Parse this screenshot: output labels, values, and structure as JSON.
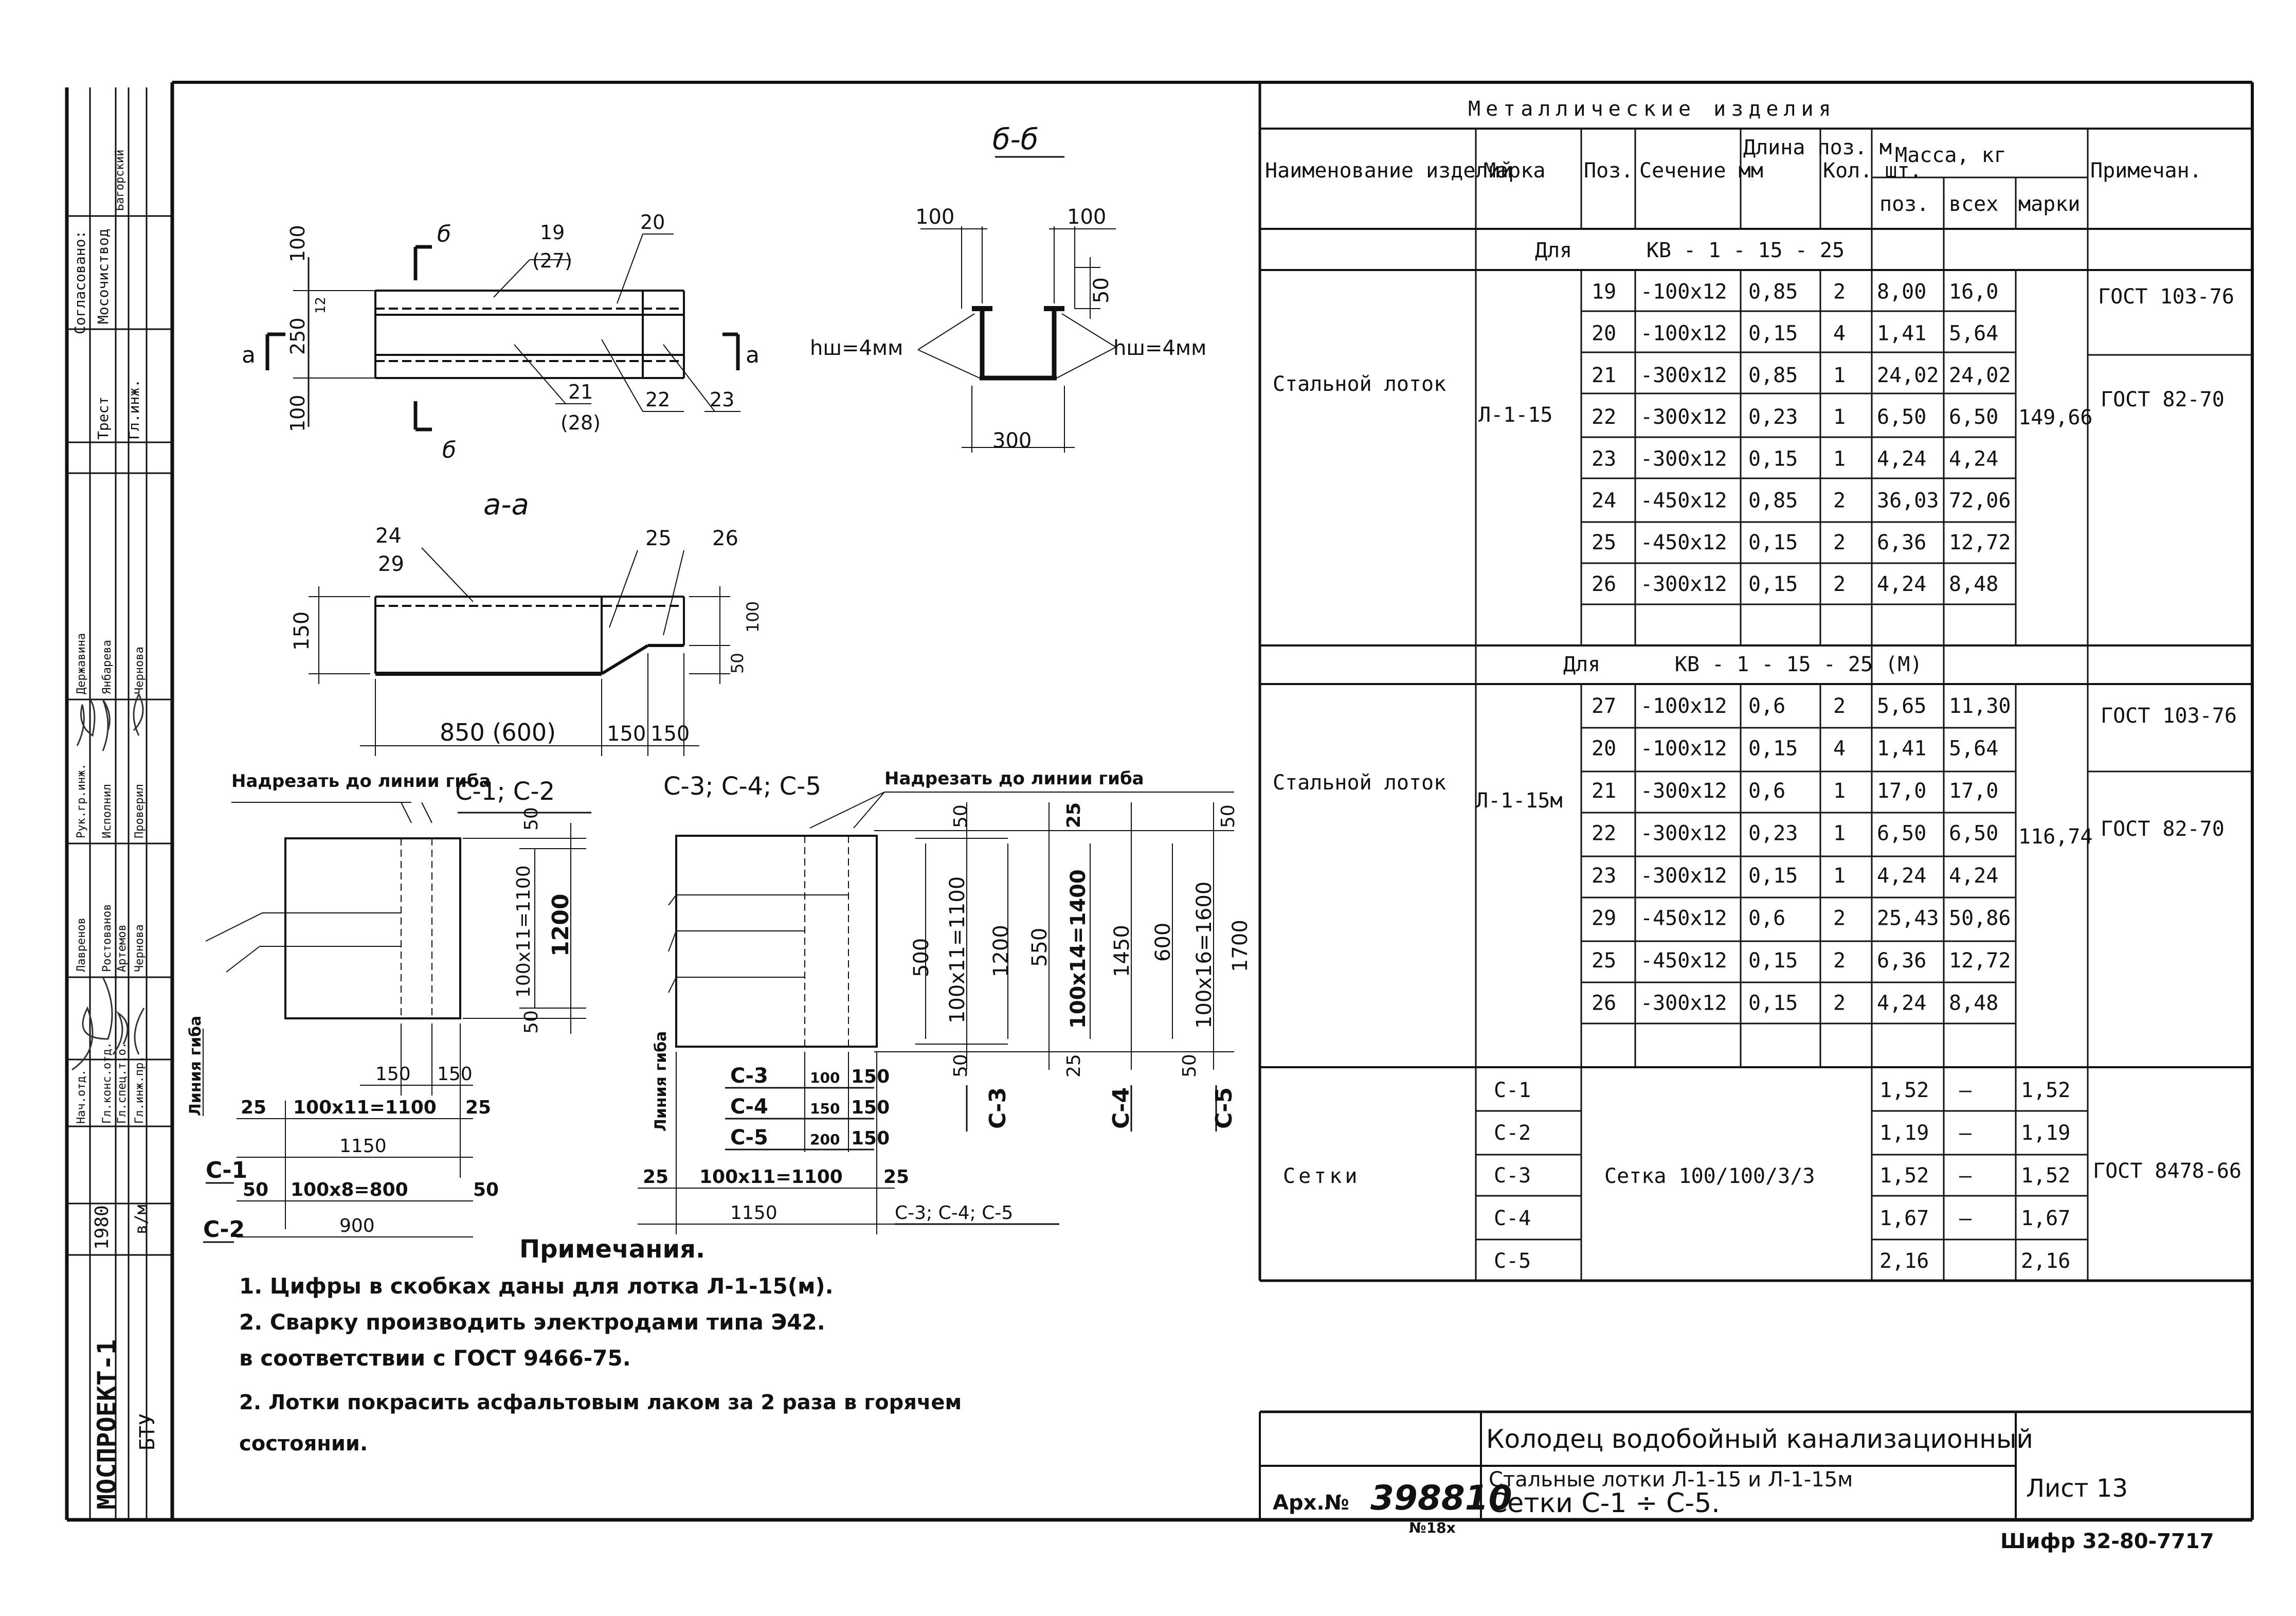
{
  "side_stamp": {
    "approved": "Согласовано:",
    "trust": "Трест",
    "trust_name": "Мосочиствод",
    "chief_eng": "Гл.инж.",
    "chief_eng_name": "Багорский",
    "org": "МОСПРОЕКТ-1",
    "dept": "БТУ",
    "year": "1980",
    "sheet_code": "в/м",
    "roles": [
      "Нач.отд.",
      "Гл.конс.отд.",
      "Гл.спец.т.о.",
      "Гл.инж.пр.",
      "Рук.гр.инж.",
      "Исполнил",
      "Проверил"
    ],
    "names": [
      "Лавренов",
      "Ростованов",
      "Артемов",
      "Чернова",
      "Державина",
      "Янбарева",
      "Чернова"
    ]
  },
  "drawing": {
    "section_bb": "б-б",
    "section_aa": "а-а",
    "cut_a": "а",
    "cut_b": "б",
    "plan_dims": {
      "d100": "100",
      "d250": "250",
      "d12": "12",
      "d100b": "100",
      "p19": "19",
      "p27": "(27)",
      "p20": "20",
      "p21": "21",
      "p28": "(28)",
      "p22": "22",
      "p23": "23"
    },
    "bb_dims": {
      "w100a": "100",
      "w100b": "100",
      "h50": "50",
      "weld_l": "hш=4мм",
      "weld_r": "hш=4мм",
      "w300": "300"
    },
    "aa_dims": {
      "p24": "24",
      "p29": "29",
      "p25": "25",
      "p26": "26",
      "h150": "150",
      "h100": "100",
      "h50": "50",
      "l850": "850 (600)",
      "l150a": "150",
      "l150b": "150"
    },
    "mesh": {
      "cut_note_1": "Надрезать до линии гиба",
      "cut_note_2": "Надрезать до линии гиба",
      "title_12": "С-1; С-2",
      "title_345": "С-3; С-4; С-5",
      "bend_line_1": "Линия гиба",
      "bend_line_2": "Линия гиба",
      "m1_dims": {
        "v50": "50",
        "v1200": "1200",
        "v100x11": "100х11=1100",
        "v50b": "50",
        "h150": "150",
        "h150b": "150",
        "h25": "25",
        "h100x11": "100х11=1100",
        "h25b": "25",
        "c1_label": "С-1",
        "c1_len": "1150",
        "h50": "50",
        "h100x8": "100х8=800",
        "h50b": "50",
        "c2_label": "С-2",
        "c2_len": "900"
      },
      "m2_dims": {
        "top50a": "50",
        "top25": "25",
        "top50b": "50",
        "v500": "500",
        "v1100": "100х11=1100",
        "v1200": "1200",
        "v550": "550",
        "v1400": "100х14=1400",
        "v1450": "1450",
        "v600": "600",
        "v1600": "100х16=1600",
        "v1700": "1700",
        "bot50a": "50",
        "bot25": "25",
        "bot50b": "50",
        "c3": "С-3",
        "c4": "С-4",
        "c5": "С-5",
        "r_c3": "С-3",
        "r_c3_a": "100",
        "r_c3_b": "150",
        "r_c4": "С-4",
        "r_c4_a": "150",
        "r_c4_b": "150",
        "r_c5": "С-5",
        "r_c5_a": "200",
        "r_c5_b": "150",
        "h25a": "25",
        "h100x11": "100х11=1100",
        "h25b": "25",
        "h1150": "1150",
        "h_label": "С-3; С-4; С-5"
      }
    }
  },
  "notes": {
    "title": "Примечания.",
    "items": [
      "1. Цифры в скобках даны для лотка Л-1-15(м).",
      "2. Сварку производить электродами типа Э42.",
      "в соответствии с ГОСТ 9466-75.",
      "2. Лотки покрасить асфальтовым лаком за 2 раза в горячем",
      "состоянии."
    ]
  },
  "spec": {
    "title": "Металлические изделия",
    "headers": {
      "name": "Наименование изделий",
      "mark": "Марка",
      "pos": "Поз.",
      "section": "Сечение мм",
      "length": "Длина поз. м",
      "qty": "Кол. шт.",
      "mass": "Масса, кг",
      "mass_pos": "поз.",
      "mass_all": "всех",
      "mass_mark": "марки",
      "note": "Примечан."
    },
    "group1": {
      "caption": "Для      КВ - 1 - 15 - 25",
      "name": "Стальной лоток",
      "mark": "Л-1-15",
      "mark_mass": "149,66",
      "gost_a": "ГОСТ 103-76",
      "gost_b": "ГОСТ 82-70",
      "rows": [
        [
          "19",
          "-100х12",
          "0,85",
          "2",
          "8,00",
          "16,0"
        ],
        [
          "20",
          "-100х12",
          "0,15",
          "4",
          "1,41",
          "5,64"
        ],
        [
          "21",
          "-300х12",
          "0,85",
          "1",
          "24,02",
          "24,02"
        ],
        [
          "22",
          "-300х12",
          "0,23",
          "1",
          "6,50",
          "6,50"
        ],
        [
          "23",
          "-300х12",
          "0,15",
          "1",
          "4,24",
          "4,24"
        ],
        [
          "24",
          "-450х12",
          "0,85",
          "2",
          "36,03",
          "72,06"
        ],
        [
          "25",
          "-450х12",
          "0,15",
          "2",
          "6,36",
          "12,72"
        ],
        [
          "26",
          "-300х12",
          "0,15",
          "2",
          "4,24",
          "8,48"
        ]
      ]
    },
    "group2": {
      "caption": "Для      КВ - 1 - 15 - 25 (М)",
      "name": "Стальной лоток",
      "mark": "Л-1-15м",
      "mark_mass": "116,74",
      "gost_a": "ГОСТ 103-76",
      "gost_b": "ГОСТ 82-70",
      "rows": [
        [
          "27",
          "-100х12",
          "0,6",
          "2",
          "5,65",
          "11,30"
        ],
        [
          "20",
          "-100х12",
          "0,15",
          "4",
          "1,41",
          "5,64"
        ],
        [
          "21",
          "-300х12",
          "0,6",
          "1",
          "17,0",
          "17,0"
        ],
        [
          "22",
          "-300х12",
          "0,23",
          "1",
          "6,50",
          "6,50"
        ],
        [
          "23",
          "-300х12",
          "0,15",
          "1",
          "4,24",
          "4,24"
        ],
        [
          "29",
          "-450х12",
          "0,6",
          "2",
          "25,43",
          "50,86"
        ],
        [
          "25",
          "-450х12",
          "0,15",
          "2",
          "6,36",
          "12,72"
        ],
        [
          "26",
          "-300х12",
          "0,15",
          "2",
          "4,24",
          "8,48"
        ]
      ]
    },
    "group3": {
      "name": "Сетки",
      "section": "Сетка 100/100/3/3",
      "gost": "ГОСТ 8478-66",
      "rows": [
        [
          "С-1",
          "1,52",
          "—",
          "1,52"
        ],
        [
          "С-2",
          "1,19",
          "—",
          "1,19"
        ],
        [
          "С-3",
          "1,52",
          "—",
          "1,52"
        ],
        [
          "С-4",
          "1,67",
          "—",
          "1,67"
        ],
        [
          "С-5",
          "2,16",
          "",
          "2,16"
        ]
      ]
    }
  },
  "title_block": {
    "project": "Колодец водобойный канализационный",
    "arch_label": "Арх.№",
    "arch_no": "398810",
    "arch_sub": "№18х",
    "subject_1": "Стальные лотки Л-1-15 и Л-1-15м",
    "subject_2": "Сетки С-1 ÷ С-5.",
    "sheet": "Лист 13",
    "cipher": "Шифр 32-80-7717"
  }
}
